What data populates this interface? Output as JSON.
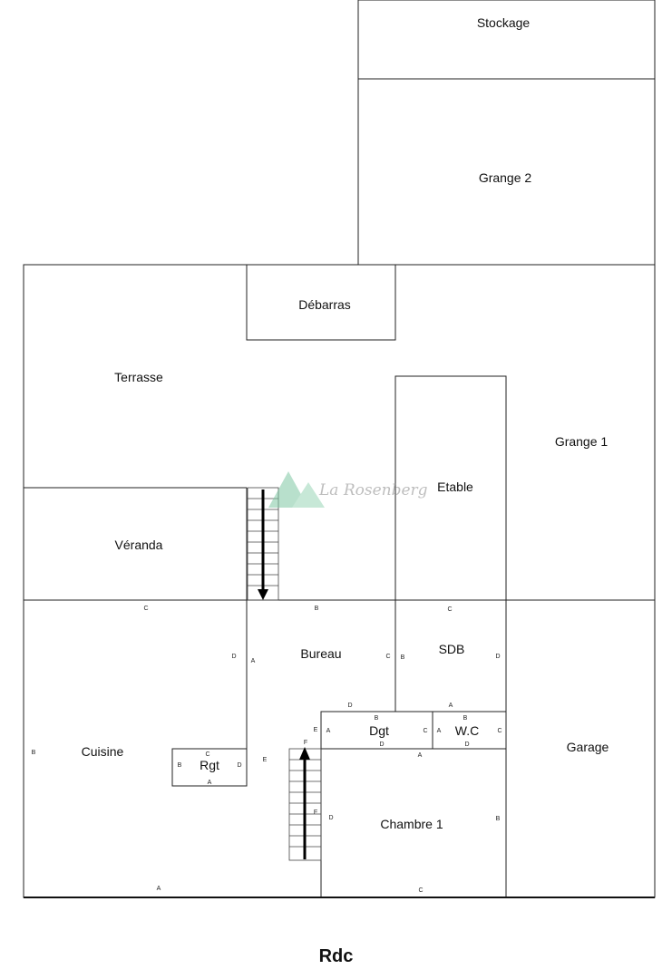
{
  "plan": {
    "floor_title": "Rdc",
    "watermark": "La Rosenberg",
    "rooms": {
      "stockage": "Stockage",
      "grange2": "Grange 2",
      "debarras": "Débarras",
      "terrasse": "Terrasse",
      "grange1": "Grange 1",
      "etable": "Etable",
      "veranda": "Véranda",
      "bureau": "Bureau",
      "sdb": "SDB",
      "cuisine": "Cuisine",
      "dgt": "Dgt",
      "wc": "W.C",
      "garage": "Garage",
      "rgt": "Rgt",
      "chambre1": "Chambre 1"
    },
    "wall_letters": {
      "cuisine": {
        "c": "C",
        "d": "D",
        "b": "B",
        "a": "A"
      },
      "bureau": {
        "b": "B",
        "a": "A",
        "c": "C",
        "d": "D",
        "e1": "E",
        "e2": "E",
        "f": "F"
      },
      "sdb": {
        "c": "C",
        "b": "B",
        "d": "D",
        "a": "A"
      },
      "dgt": {
        "b": "B",
        "a": "A",
        "c": "C",
        "d": "D"
      },
      "wc": {
        "b": "B",
        "a": "A",
        "c": "C",
        "d": "D"
      },
      "rgt": {
        "c": "C",
        "b": "B",
        "d": "D",
        "a": "A"
      },
      "chambre1": {
        "a": "A",
        "d": "D",
        "b": "B",
        "c": "C",
        "f": "F"
      }
    }
  }
}
